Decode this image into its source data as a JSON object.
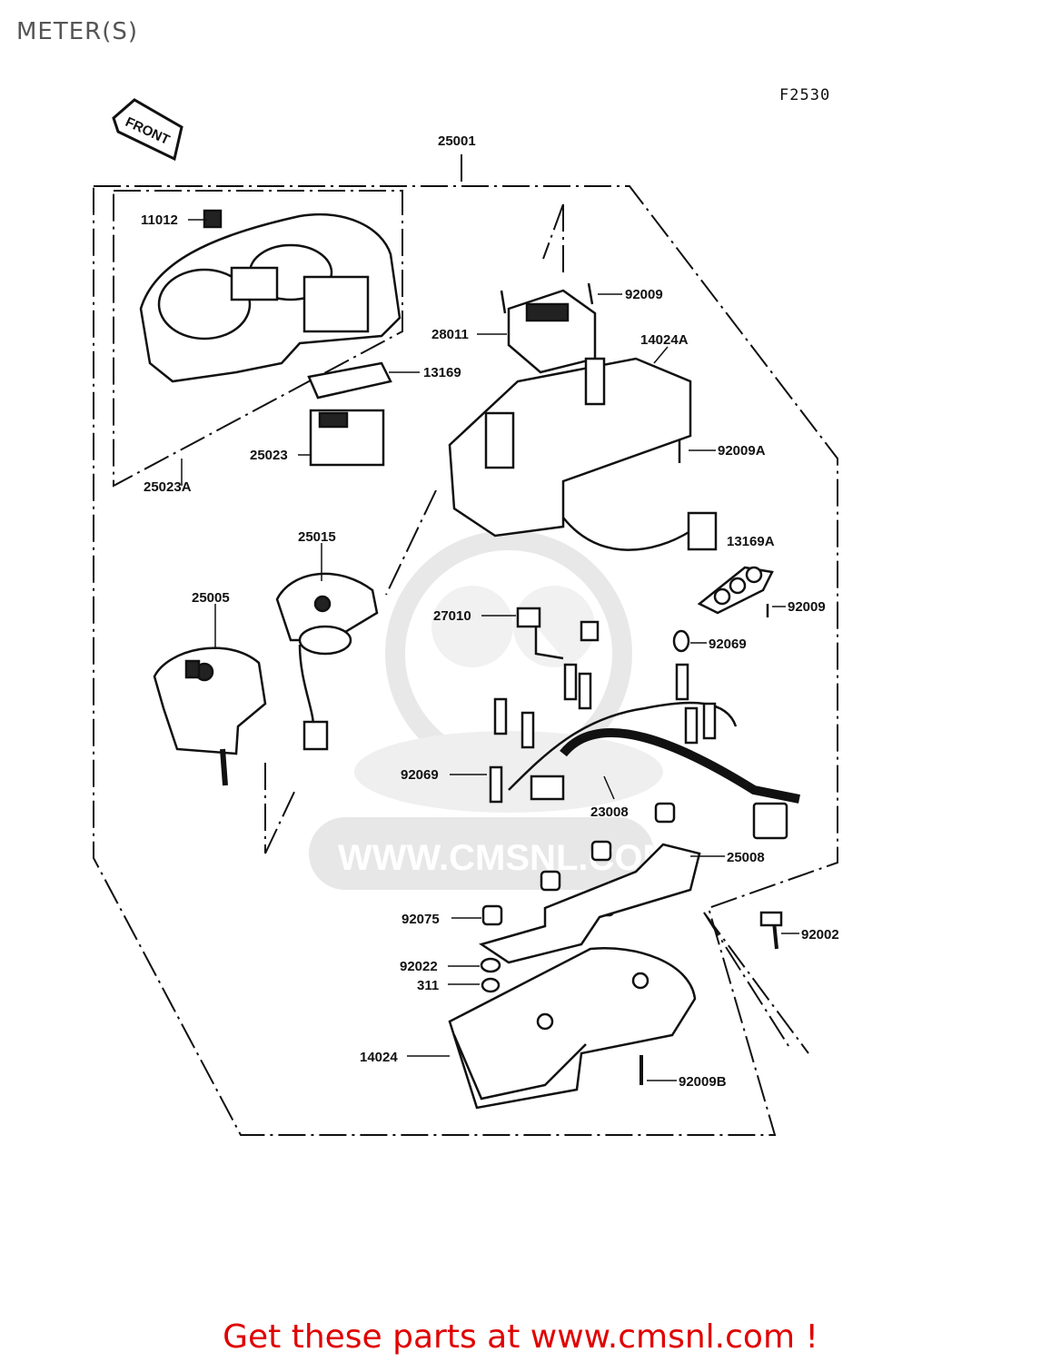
{
  "page": {
    "heading": "METER(S)",
    "figure_code": "F2530"
  },
  "diagram": {
    "front_arrow_label": "FRONT",
    "watermark": "WWW.CMSNL.COM",
    "parts": [
      {
        "num": "25001"
      },
      {
        "num": "11012"
      },
      {
        "num": "92009"
      },
      {
        "num": "28011"
      },
      {
        "num": "14024A"
      },
      {
        "num": "13169"
      },
      {
        "num": "25023"
      },
      {
        "num": "92009A"
      },
      {
        "num": "25023A"
      },
      {
        "num": "25015"
      },
      {
        "num": "13169A"
      },
      {
        "num": "25005"
      },
      {
        "num": "27010"
      },
      {
        "num": "92009"
      },
      {
        "num": "92069"
      },
      {
        "num": "92069"
      },
      {
        "num": "23008"
      },
      {
        "num": "25008"
      },
      {
        "num": "92075"
      },
      {
        "num": "92002"
      },
      {
        "num": "92022"
      },
      {
        "num": "311"
      },
      {
        "num": "14024"
      },
      {
        "num": "92009B"
      }
    ]
  },
  "footer": {
    "link_text": "Get these parts at www.cmsnl.com !"
  }
}
